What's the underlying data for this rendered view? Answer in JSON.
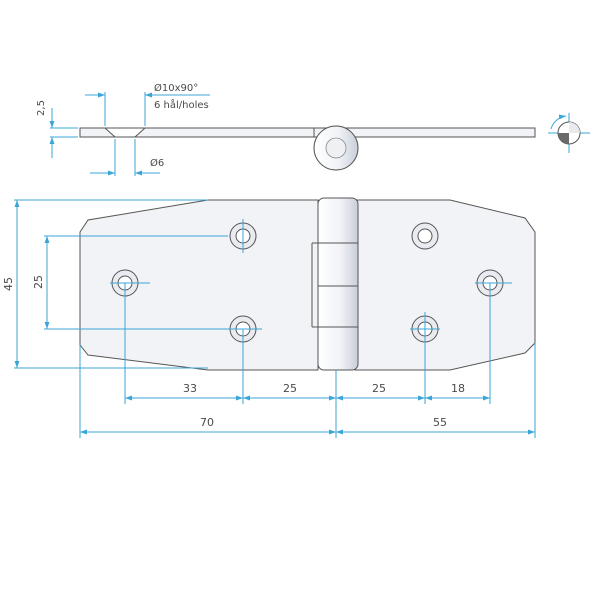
{
  "colors": {
    "dimension_line": "#3aa6d8",
    "outline": "#555555",
    "body_fill": "#f2f3f6",
    "symbol_fill": "#6a6a6a",
    "text": "#4a4a4a"
  },
  "side_view": {
    "thickness_label": "2,5",
    "countersink_label": "Ø10x90°",
    "holes_label": "6 hål/holes",
    "hole_diameter_label": "Ø6"
  },
  "front_view": {
    "height_label": "45",
    "hole_spacing_vertical_label": "25",
    "dims_row1": [
      "33",
      "25",
      "25",
      "18"
    ],
    "dims_row2": [
      "70",
      "55"
    ]
  },
  "symbol": {
    "name": "projection-symbol-icon"
  }
}
